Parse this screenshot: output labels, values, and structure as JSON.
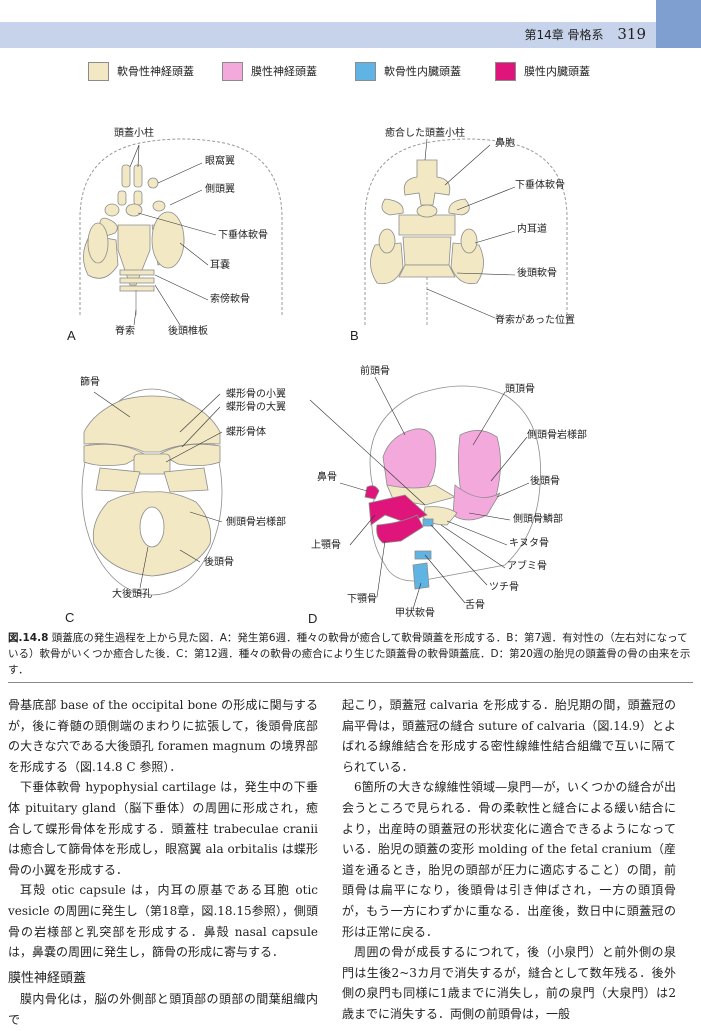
{
  "header": {
    "chapter": "第14章 骨格系",
    "page_number": "319"
  },
  "legend": [
    {
      "label": "軟骨性神経頭蓋",
      "color": "#f2e8c4"
    },
    {
      "label": "膜性神経頭蓋",
      "color": "#f4a9dd"
    },
    {
      "label": "軟骨性内臓頭蓋",
      "color": "#5fb4e4"
    },
    {
      "label": "膜性内臓頭蓋",
      "color": "#e0157c"
    }
  ],
  "figure": {
    "panels": {
      "A": {
        "letter": "A",
        "labels": {
          "columella": "頭蓋小柱",
          "orbital_ala": "眼窩翼",
          "temporal_ala": "側頭翼",
          "hypophyseal": "下垂体軟骨",
          "otic_capsule": "耳嚢",
          "parachordal": "索傍軟骨",
          "notochord": "脊索",
          "occipital_vertebra": "後頭椎板"
        }
      },
      "B": {
        "letter": "B",
        "labels": {
          "fused_columella": "癒合した頭蓋小柱",
          "nasal_capsule": "鼻胞",
          "hypophyseal": "下垂体軟骨",
          "inner_ear": "内耳道",
          "occipital_cartilage": "後頭軟骨",
          "former_notochord": "脊索があった位置"
        }
      },
      "C": {
        "letter": "C",
        "labels": {
          "ethmoid": "篩骨",
          "lesser_wing": "蝶形骨の小翼",
          "greater_wing": "蝶形骨の大翼",
          "sphenoid_body": "蝶形骨体",
          "petrous_temporal": "側頭骨岩様部",
          "occipital": "後頭骨",
          "foramen_magnum": "大後頭孔"
        }
      },
      "D": {
        "letter": "D",
        "labels": {
          "frontal": "前頭骨",
          "parietal": "頭頂骨",
          "petrous_temporal": "側頭骨岩様部",
          "occipital": "後頭骨",
          "squamous_temporal": "側頭骨鱗部",
          "incus": "キヌタ骨",
          "malleus": "アブミ骨",
          "stapes": "ツチ骨",
          "hyoid": "舌骨",
          "thyroid_cartilage": "甲状軟骨",
          "mandible": "下顎骨",
          "maxilla": "上顎骨",
          "nasal": "鼻骨"
        }
      }
    },
    "caption": {
      "number": "図.14.8",
      "text": "頭蓋底の発生過程を上から見た図．A：発生第6週．種々の軟骨が癒合して軟骨頭蓋を形成する．B：第7週．有対性の（左右対になっている）軟骨がいくつか癒合した後．C：第12週．種々の軟骨の癒合により生じた頭蓋骨の軟骨頭蓋底．D：第20週の胎児の頭蓋骨の骨の由来を示す．"
    }
  },
  "body": {
    "left_column": [
      "骨基底部 base of the occipital bone の形成に関与するが，後に脊髄の頭側端のまわりに拡張して，後頭骨底部の大きな穴である大後頭孔 foramen magnum の境界部を形成する（図.14.8 C 参照）．",
      "下垂体軟骨 hypophysial cartilage は，発生中の下垂体 pituitary gland（脳下垂体）の周囲に形成され，癒合して蝶形骨体を形成する．頭蓋柱 trabeculae cranii は癒合して篩骨体を形成し，眼窩翼 ala orbitalis は蝶形骨の小翼を形成する．",
      "耳殻 otic capsule は，内耳の原基である耳胞 otic vesicle の周囲に発生し（第18章，図.18.15参照），側頭骨の岩様部と乳突部を形成する．鼻殻 nasal capsule は，鼻嚢の周囲に発生し，篩骨の形成に寄与する．",
      "膜性神経頭蓋",
      "膜内骨化は，脳の外側部と頭頂部の頭部の間葉組織内で"
    ],
    "right_column": [
      "起こり，頭蓋冠 calvaria を形成する．胎児期の間，頭蓋冠の扁平骨は，頭蓋冠の縫合 suture of calvaria（図.14.9）とよばれる線維結合を形成する密性線維性結合組織で互いに隔てられている．",
      "6箇所の大きな線維性領域—泉門—が，いくつかの縫合が出会うところで見られる．骨の柔軟性と縫合による緩い結合により，出産時の頭蓋冠の形状変化に適合できるようになっている．胎児の頭蓋の変形 molding of the fetal cranium（産道を通るとき，胎児の頭部が圧力に適応すること）の間，前頭骨は扁平になり，後頭骨は引き伸ばされ，一方の頭頂骨が，もう一方にわずかに重なる．出産後，数日中に頭蓋冠の形は正常に戻る．",
      "周囲の骨が成長するにつれて，後（小泉門）と前外側の泉門は生後2~3カ月で消失するが，縫合として数年残る．後外側の泉門も同様に1歳までに消失し，前の泉門（大泉門）は2歳までに消失する．両側の前頭骨は，一般"
    ]
  }
}
